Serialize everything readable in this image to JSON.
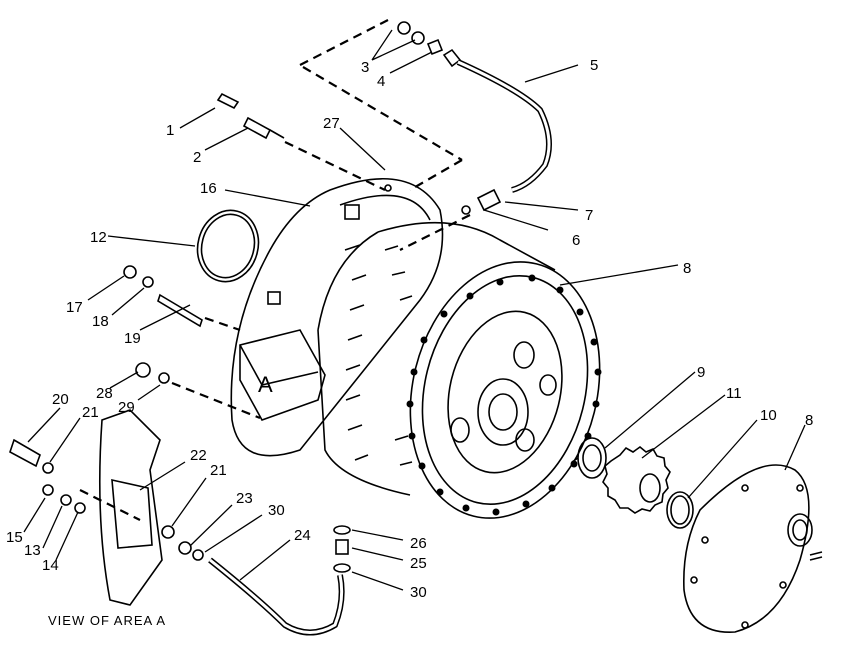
{
  "diagram": {
    "caption": "VIEW OF AREA A",
    "area_marker": "A",
    "callouts": [
      {
        "id": "c1",
        "text": "1"
      },
      {
        "id": "c2",
        "text": "2"
      },
      {
        "id": "c3",
        "text": "3"
      },
      {
        "id": "c4",
        "text": "4"
      },
      {
        "id": "c5",
        "text": "5"
      },
      {
        "id": "c6",
        "text": "6"
      },
      {
        "id": "c7",
        "text": "7"
      },
      {
        "id": "c8a",
        "text": "8"
      },
      {
        "id": "c8b",
        "text": "8"
      },
      {
        "id": "c9",
        "text": "9"
      },
      {
        "id": "c10",
        "text": "10"
      },
      {
        "id": "c11",
        "text": "11"
      },
      {
        "id": "c12",
        "text": "12"
      },
      {
        "id": "c13",
        "text": "13"
      },
      {
        "id": "c14",
        "text": "14"
      },
      {
        "id": "c15",
        "text": "15"
      },
      {
        "id": "c16",
        "text": "16"
      },
      {
        "id": "c17",
        "text": "17"
      },
      {
        "id": "c18",
        "text": "18"
      },
      {
        "id": "c19",
        "text": "19"
      },
      {
        "id": "c20",
        "text": "20"
      },
      {
        "id": "c21a",
        "text": "21"
      },
      {
        "id": "c21b",
        "text": "21"
      },
      {
        "id": "c22",
        "text": "22"
      },
      {
        "id": "c23",
        "text": "23"
      },
      {
        "id": "c24",
        "text": "24"
      },
      {
        "id": "c25",
        "text": "25"
      },
      {
        "id": "c26",
        "text": "26"
      },
      {
        "id": "c27",
        "text": "27"
      },
      {
        "id": "c28",
        "text": "28"
      },
      {
        "id": "c29",
        "text": "29"
      },
      {
        "id": "c30a",
        "text": "30"
      },
      {
        "id": "c30b",
        "text": "30"
      }
    ]
  }
}
